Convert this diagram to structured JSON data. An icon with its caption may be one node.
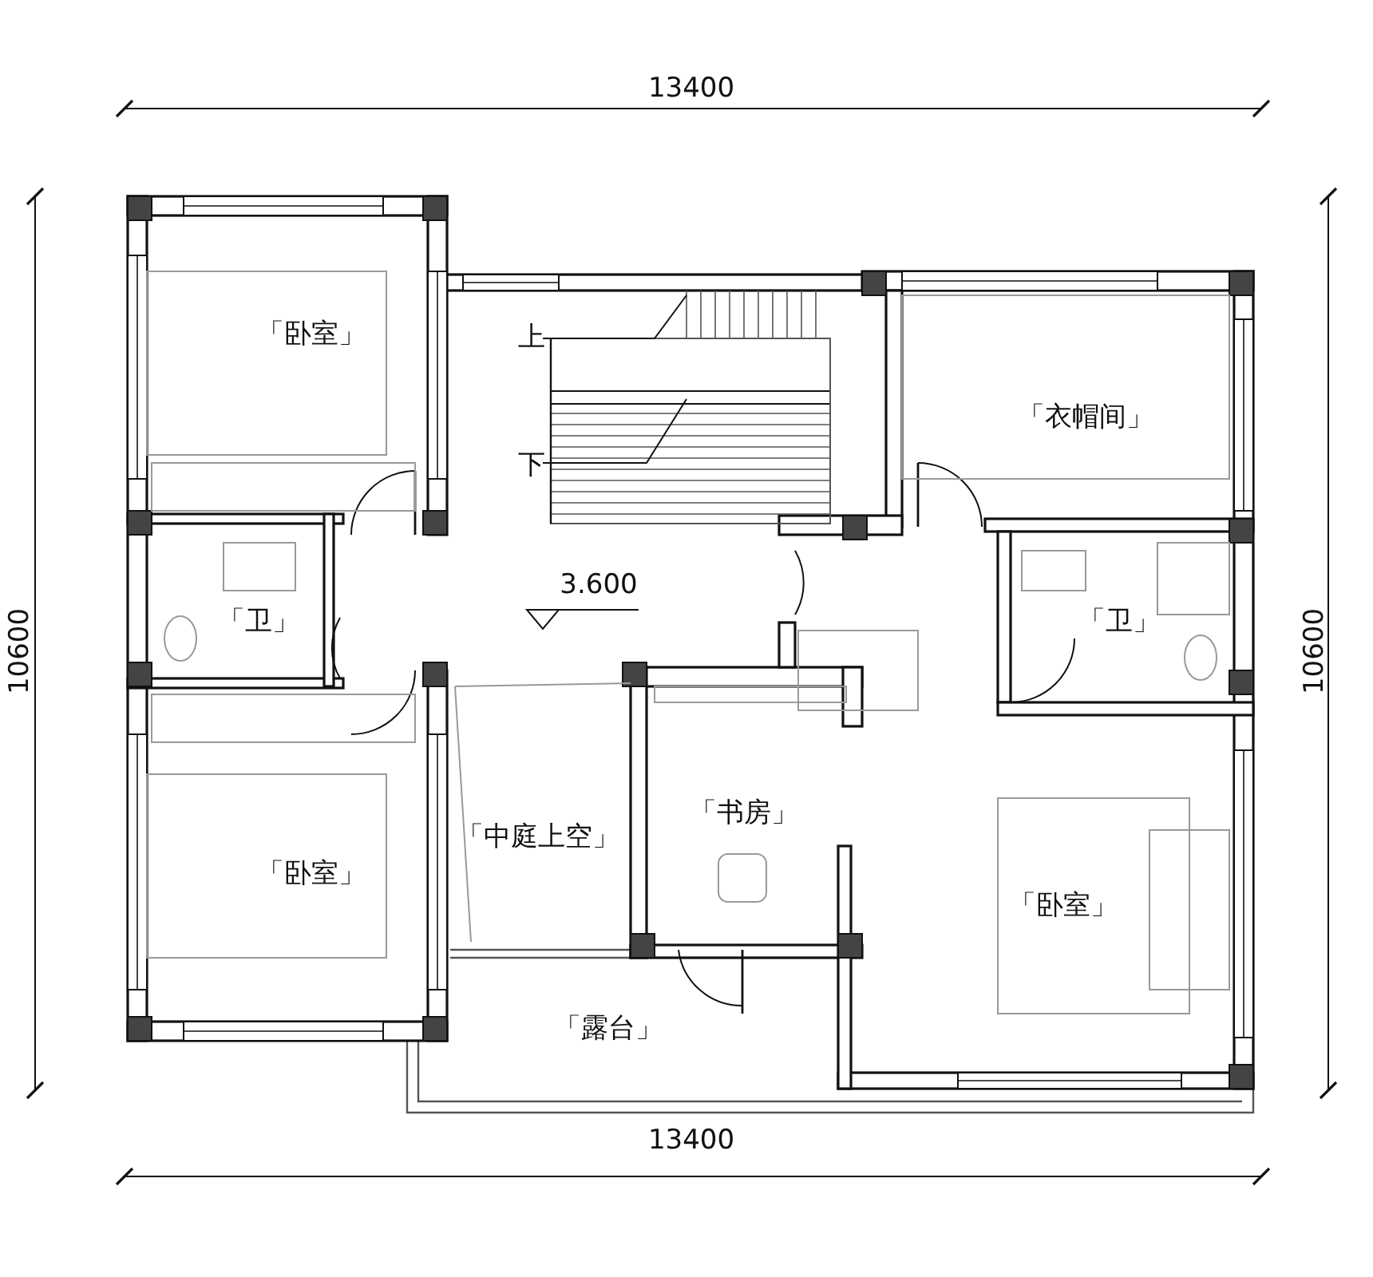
{
  "diagram": {
    "nodes": [
      {
        "text": [
          "「卧室」"
        ]
      },
      {
        "text": [
          "「衣帽间」"
        ]
      },
      {
        "text": [
          "「卫」"
        ]
      },
      {
        "text": [
          "「卫」"
        ]
      },
      {
        "text": [
          "「书房」"
        ]
      },
      {
        "text": [
          "「中庭上空」"
        ]
      },
      {
        "text": [
          "「卧室」"
        ]
      },
      {
        "text": [
          "「卧室」"
        ]
      },
      {
        "text": [
          "「露台」"
        ]
      }
    ],
    "labels": [
      "13400",
      "上",
      "下",
      "3.600",
      "10600",
      "10600",
      "13400"
    ]
  }
}
